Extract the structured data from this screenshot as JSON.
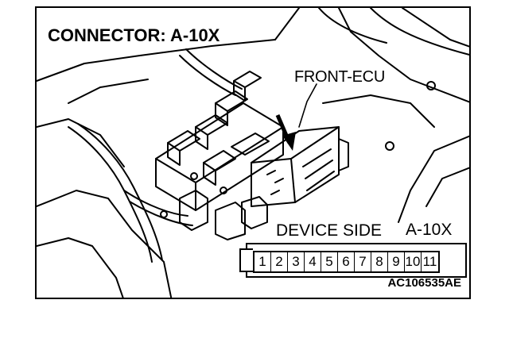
{
  "figure": {
    "title": "CONNECTOR: A-10X",
    "callout": "FRONT-ECU",
    "device_side": "DEVICE SIDE",
    "connector_id": "A-10X",
    "image_code": "AC106535AE"
  },
  "pins": [
    "1",
    "2",
    "3",
    "4",
    "5",
    "6",
    "7",
    "8",
    "9",
    "10",
    "11"
  ]
}
